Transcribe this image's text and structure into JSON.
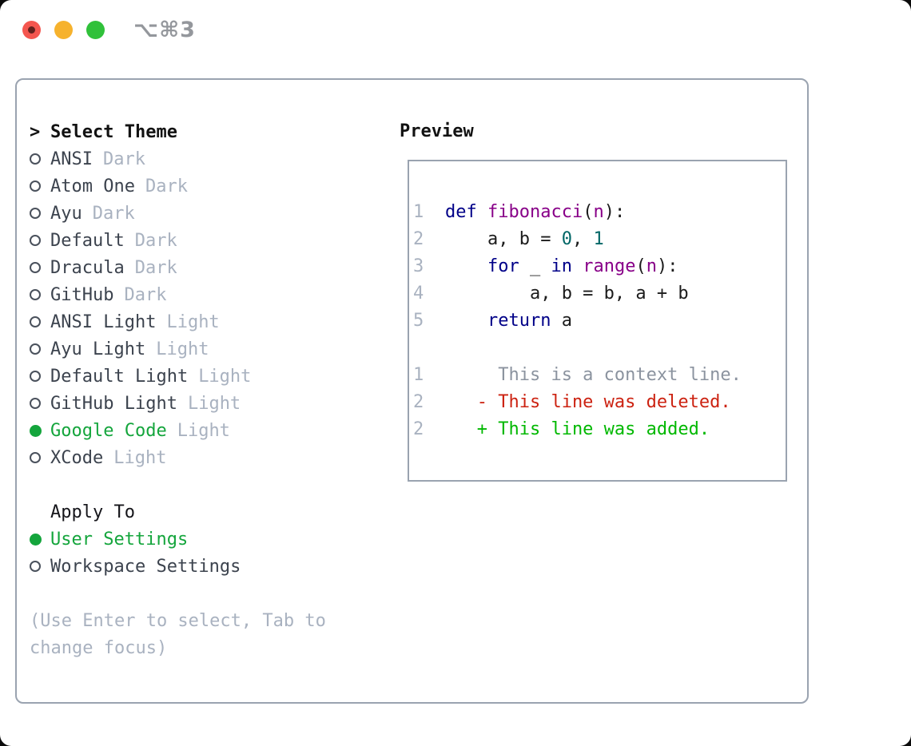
{
  "window": {
    "title": "⌥⌘3"
  },
  "theme_panel": {
    "header_prefix": ">",
    "header": "Select Theme",
    "items": [
      {
        "name": "ANSI",
        "tag": "Dark",
        "selected": false
      },
      {
        "name": "Atom One",
        "tag": "Dark",
        "selected": false
      },
      {
        "name": "Ayu",
        "tag": "Dark",
        "selected": false
      },
      {
        "name": "Default",
        "tag": "Dark",
        "selected": false
      },
      {
        "name": "Dracula",
        "tag": "Dark",
        "selected": false
      },
      {
        "name": "GitHub",
        "tag": "Dark",
        "selected": false
      },
      {
        "name": "ANSI Light",
        "tag": "Light",
        "selected": false
      },
      {
        "name": "Ayu Light",
        "tag": "Light",
        "selected": false
      },
      {
        "name": "Default Light",
        "tag": "Light",
        "selected": false
      },
      {
        "name": "GitHub Light",
        "tag": "Light",
        "selected": false
      },
      {
        "name": "Google Code",
        "tag": "Light",
        "selected": true
      },
      {
        "name": "XCode",
        "tag": "Light",
        "selected": false
      }
    ]
  },
  "apply_to": {
    "header": "Apply To",
    "options": [
      {
        "label": "User Settings",
        "selected": true
      },
      {
        "label": "Workspace Settings",
        "selected": false
      }
    ]
  },
  "help": {
    "line1": "(Use Enter to select, Tab to",
    "line2": "change focus)"
  },
  "preview": {
    "header": "Preview",
    "code_lines": [
      {
        "num": "1",
        "tokens": [
          [
            "kwd",
            "def"
          ],
          [
            "pln",
            " "
          ],
          [
            "typ",
            "fibonacci"
          ],
          [
            "pun",
            "("
          ],
          [
            "typ",
            "n"
          ],
          [
            "pun",
            "):"
          ]
        ]
      },
      {
        "num": "2",
        "tokens": [
          [
            "pln",
            "    a, b = "
          ],
          [
            "lit",
            "0"
          ],
          [
            "pun",
            ","
          ],
          [
            "pln",
            " "
          ],
          [
            "lit",
            "1"
          ]
        ]
      },
      {
        "num": "3",
        "tokens": [
          [
            "pln",
            "    "
          ],
          [
            "kwd",
            "for"
          ],
          [
            "pln",
            " _ "
          ],
          [
            "kwd",
            "in"
          ],
          [
            "pln",
            " "
          ],
          [
            "typ",
            "range"
          ],
          [
            "pun",
            "("
          ],
          [
            "typ",
            "n"
          ],
          [
            "pun",
            "):"
          ]
        ]
      },
      {
        "num": "4",
        "tokens": [
          [
            "pln",
            "        a, b = b, a + b"
          ]
        ]
      },
      {
        "num": "5",
        "tokens": [
          [
            "pln",
            "    "
          ],
          [
            "kwd",
            "return"
          ],
          [
            "pln",
            " a"
          ]
        ]
      }
    ],
    "diff_lines": [
      {
        "num": "1",
        "kind": "ctx",
        "text": "     This is a context line."
      },
      {
        "num": "2",
        "kind": "del",
        "text": "   - This line was deleted."
      },
      {
        "num": "2",
        "kind": "add",
        "text": "   + This line was added."
      }
    ]
  },
  "colors": {
    "accent_green": "#14a53c",
    "keyword": "#000088",
    "type_fn": "#880088",
    "literal": "#006666",
    "plain": "#1b1b1b",
    "lineno": "#a9b2c0",
    "context": "#8b939f",
    "deleted": "#cc2211",
    "added": "#00b800",
    "tag": "#a9b2c0",
    "item_text": "#3c434e",
    "border": "#9aa3b0",
    "titlebar_text": "#94979c",
    "traffic_red": "#f4564f",
    "traffic_yellow": "#f6b22d",
    "traffic_green": "#30c13a"
  }
}
